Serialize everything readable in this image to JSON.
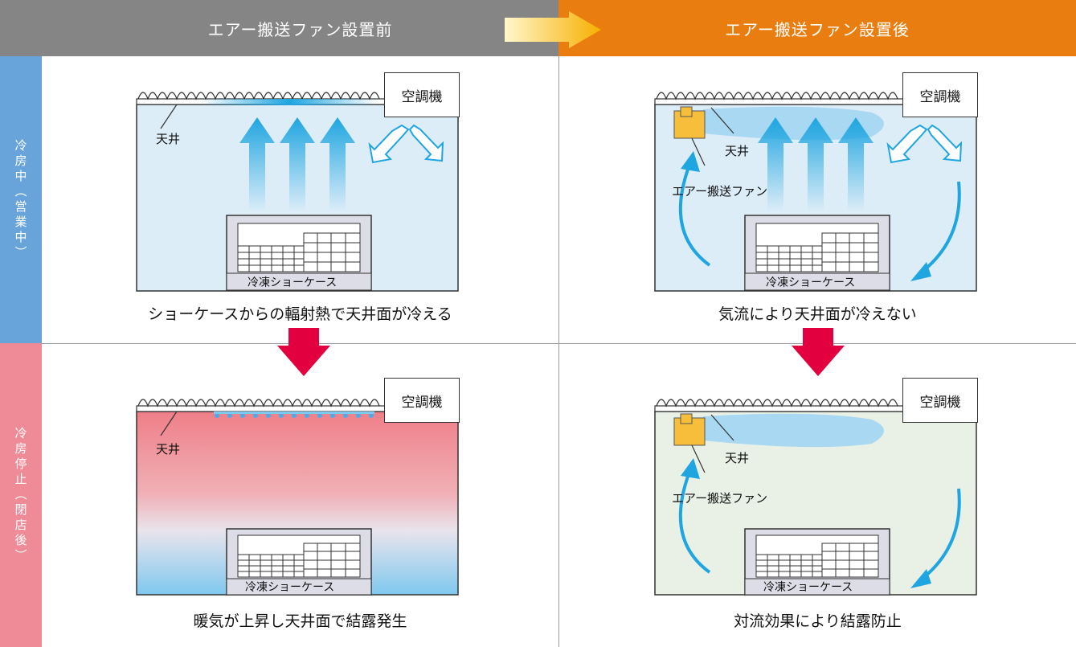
{
  "header": {
    "before": "エアー搬送ファン設置前",
    "after": "エアー搬送ファン設置後"
  },
  "rows": {
    "cooling": "冷房中（営業中）",
    "stopped": "冷房停止（閉店後）"
  },
  "labels": {
    "ac_unit": "空調機",
    "ceiling": "天井",
    "fan": "エアー搬送ファン",
    "showcase": "冷凍ショーケース"
  },
  "captions": {
    "before_cooling": "ショーケースからの輻射熱で天井面が冷える",
    "after_cooling": "気流により天井面が冷えない",
    "before_stopped": "暖気が上昇し天井面で結露発生",
    "after_stopped": "対流効果により結露防止"
  },
  "colors": {
    "header_before": "#858585",
    "header_after": "#ea7d0f",
    "row_cooling": "#68a3d9",
    "row_stopped": "#ee8b97",
    "transition_arrow": "#e2003f",
    "airflow": "#1fa5e0"
  }
}
